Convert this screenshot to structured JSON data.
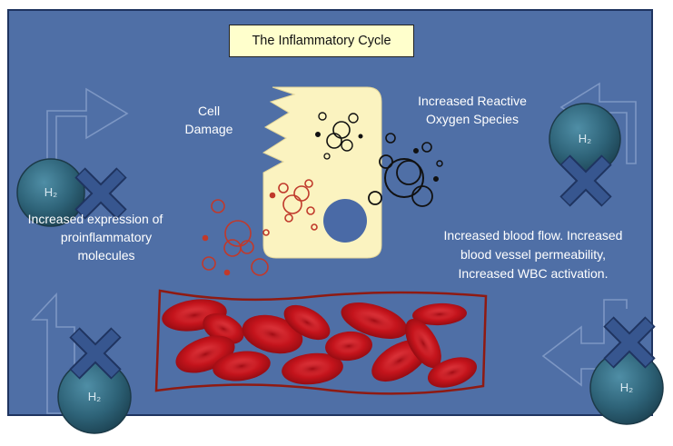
{
  "title": "The Inflammatory Cycle",
  "labels": {
    "cell_damage": [
      "Cell",
      "Damage"
    ],
    "ros": [
      "Increased Reactive",
      "Oxygen Species"
    ],
    "expression": [
      "Increased expression of",
      "proinflammatory",
      "molecules"
    ],
    "blood_flow": [
      "Increased blood flow. Increased",
      "blood vessel permeability,",
      "Increased WBC activation."
    ]
  },
  "molecule_label": "H₂",
  "colors": {
    "background_panel": "#4f6fa6",
    "panel_border": "#1f3460",
    "cell_fill": "#fbf3c0",
    "nucleus": "#4a6aa6",
    "red_cell": "#c4141c",
    "vessel_border": "#8f1a12",
    "h2_sphere": "#2e6378",
    "x_mark": "#37568f",
    "ros_bubbles": "#111111",
    "damage_bubbles": "#c0392b"
  }
}
